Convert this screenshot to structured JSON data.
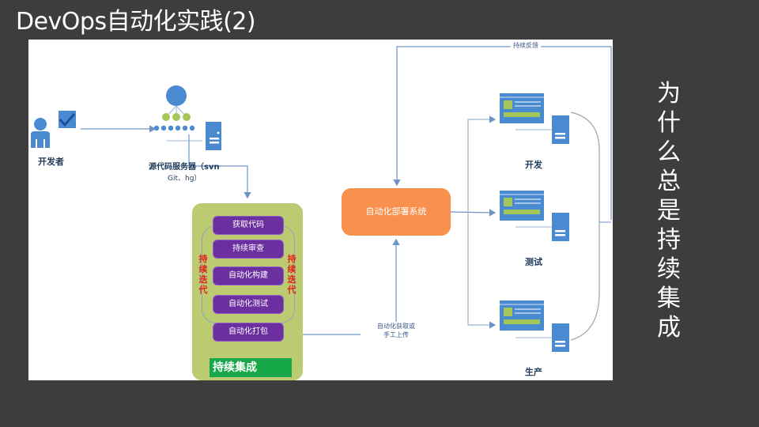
{
  "slide": {
    "title": "DevOps自动化实践(2)",
    "side_question_chars": [
      "为",
      "什",
      "么",
      "总",
      "是",
      "持",
      "续",
      "集",
      "成"
    ]
  },
  "diagram": {
    "developer_label": "开发者",
    "repo_label_line1": "源代码服务器（svn",
    "repo_label_line2": "Git、hg）",
    "feedback_label": "持续反馈",
    "ci": {
      "title": "持续集成",
      "steps": [
        "获取代码",
        "持续审查",
        "自动化构建",
        "自动化测试",
        "自动化打包"
      ],
      "iteration_left": [
        "持",
        "续",
        "迭",
        "代"
      ],
      "iteration_right": [
        "持",
        "续",
        "迭",
        "代"
      ]
    },
    "deploy_system_label": "自动化部署系统",
    "upload_label_line1": "自动化获取或",
    "upload_label_line2": "手工上传",
    "environments": [
      "开发",
      "测试",
      "生产"
    ]
  },
  "colors": {
    "background": "#3d3d3d",
    "line_blue": "#6f93c4",
    "icon_blue": "#4a8ad0",
    "ci_panel": "#bccb72",
    "step_purple": "#6b2fa0",
    "ci_badge": "#17a84a",
    "deploy_orange": "#f7914d",
    "iteration_red": "#e0231a",
    "accent_green": "#a5c75a"
  }
}
